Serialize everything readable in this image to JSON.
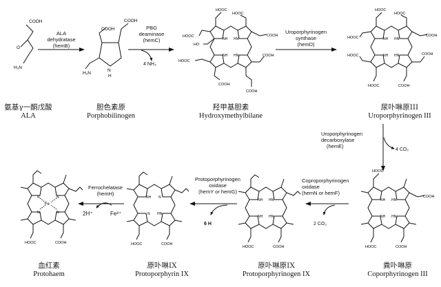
{
  "compounds": [
    {
      "id": "ala",
      "cn": "氨基γ一酮戊酸",
      "en": "ALA"
    },
    {
      "id": "pbg",
      "cn": "胆色素原",
      "en": "Porphobilinogen"
    },
    {
      "id": "hmb",
      "cn": "羟甲基胆素",
      "en": "Hydroxymethylbilane"
    },
    {
      "id": "uro",
      "cn": "尿卟啉原III",
      "en": "Uroporphyrinogen III"
    },
    {
      "id": "copro",
      "cn": "粪卟啉原",
      "en": "Coporphyrinogen III"
    },
    {
      "id": "protogen",
      "cn": "原卟啉原IX",
      "en": "Protoporphyrinogen IX"
    },
    {
      "id": "proto",
      "cn": "原卟啉IX",
      "en": "Protoporphyrin IX"
    },
    {
      "id": "heme",
      "cn": "血红素",
      "en": "Protohaem"
    }
  ],
  "enzymes": [
    {
      "name": "ALA",
      "name2": "dehydratase",
      "gene": "(hemB)"
    },
    {
      "name": "PBG",
      "name2": "deaminase",
      "gene": "(hemC)",
      "byproduct": "4 NH₃"
    },
    {
      "name": "Uroporphyrinogen",
      "name2": "synthase",
      "gene": "(hemD)"
    },
    {
      "name": "Uroporphyrinogen",
      "name2": "decarboxylase",
      "gene": "(hemE)",
      "byproduct": "4 CO₂"
    },
    {
      "name": "Coproporphyrinogen",
      "name2": "oxidase",
      "gene": "(hemN or hemF)",
      "byproduct": "2 CO₂"
    },
    {
      "name": "Protoporphyrinogen",
      "name2": "oxidase",
      "gene": "(hemY or hemG)",
      "byproduct": "6 H"
    },
    {
      "name": "Ferrochelatase",
      "name2": "",
      "gene": "(hemH)",
      "byproduct": "2H⁺",
      "cofactor": "Fe²⁺"
    }
  ],
  "structure_labels": {
    "cooh": "COOH",
    "hooc": "HOOC",
    "nh": "NH",
    "hn": "HN",
    "n": "N",
    "h": "H",
    "h2n": "H₂N",
    "o": "O",
    "ho": "HO",
    "fe": "Fe"
  }
}
